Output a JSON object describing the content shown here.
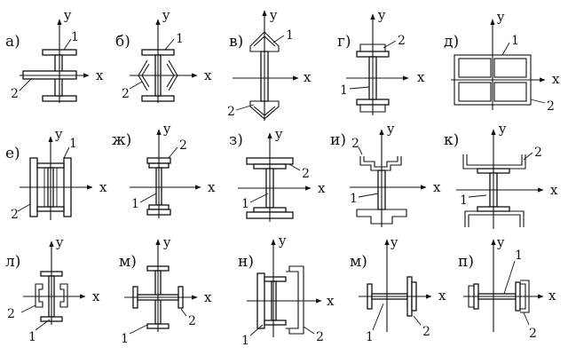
{
  "axes": {
    "x": "x",
    "y": "y"
  },
  "panels": [
    {
      "letter": "а)",
      "callouts": [
        "1",
        "2"
      ]
    },
    {
      "letter": "б)",
      "callouts": [
        "1",
        "2"
      ]
    },
    {
      "letter": "в)",
      "callouts": [
        "1",
        "2"
      ]
    },
    {
      "letter": "г)",
      "callouts": [
        "2",
        "1"
      ]
    },
    {
      "letter": "д)",
      "callouts": [
        "1",
        "2"
      ]
    },
    {
      "letter": "е)",
      "callouts": [
        "1",
        "2"
      ]
    },
    {
      "letter": "ж)",
      "callouts": [
        "2",
        "1"
      ]
    },
    {
      "letter": "з)",
      "callouts": [
        "2",
        "1"
      ]
    },
    {
      "letter": "и)",
      "callouts": [
        "2",
        "1"
      ]
    },
    {
      "letter": "к)",
      "callouts": [
        "2",
        "1"
      ]
    },
    {
      "letter": "л)",
      "callouts": [
        "2",
        "1"
      ]
    },
    {
      "letter": "м)",
      "callouts": [
        "2",
        "1"
      ]
    },
    {
      "letter": "н)",
      "callouts": [
        "1",
        "2"
      ]
    },
    {
      "letter": "м)",
      "callouts": [
        "1",
        "2"
      ]
    },
    {
      "letter": "п)",
      "callouts": [
        "1",
        "2"
      ]
    }
  ]
}
